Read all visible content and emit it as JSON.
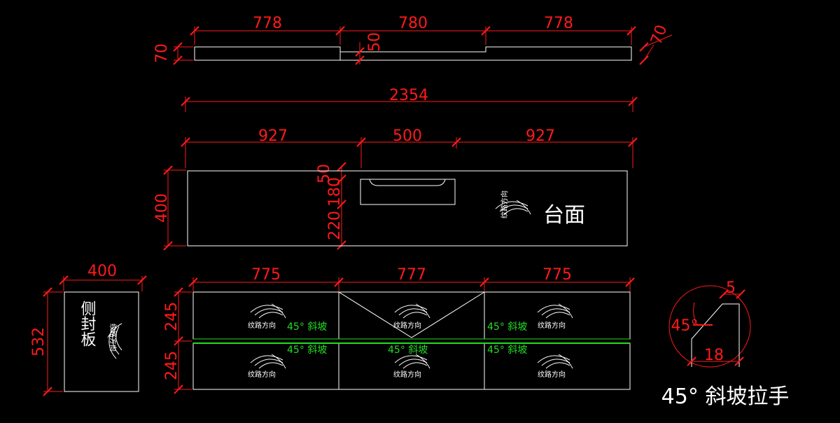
{
  "colors": {
    "background": "#000000",
    "dimension": "#ff1a1a",
    "outline": "#ffffff",
    "slope": "#22dd22"
  },
  "top_strip": {
    "dims": [
      "778",
      "780",
      "778"
    ],
    "thickness": "70",
    "thickness_right": "70",
    "recess": "50"
  },
  "countertop": {
    "overall": "2354",
    "segments": [
      "927",
      "500",
      "927"
    ],
    "depth": "400",
    "sink_dims": [
      "50",
      "180",
      "220"
    ],
    "title": "台面",
    "grain_text": "纹路方向"
  },
  "side_panel": {
    "width": "400",
    "height": "532",
    "title": "侧封板",
    "grain_text": "纹路方向"
  },
  "cabinet": {
    "widths": [
      "775",
      "777",
      "775"
    ],
    "heights": [
      "245",
      "245"
    ],
    "slope_text": "45° 斜坡",
    "grain_text": "纹路方向"
  },
  "detail": {
    "angle": "45°",
    "top_width": "5",
    "bottom_width": "18",
    "caption": "45° 斜坡拉手"
  }
}
